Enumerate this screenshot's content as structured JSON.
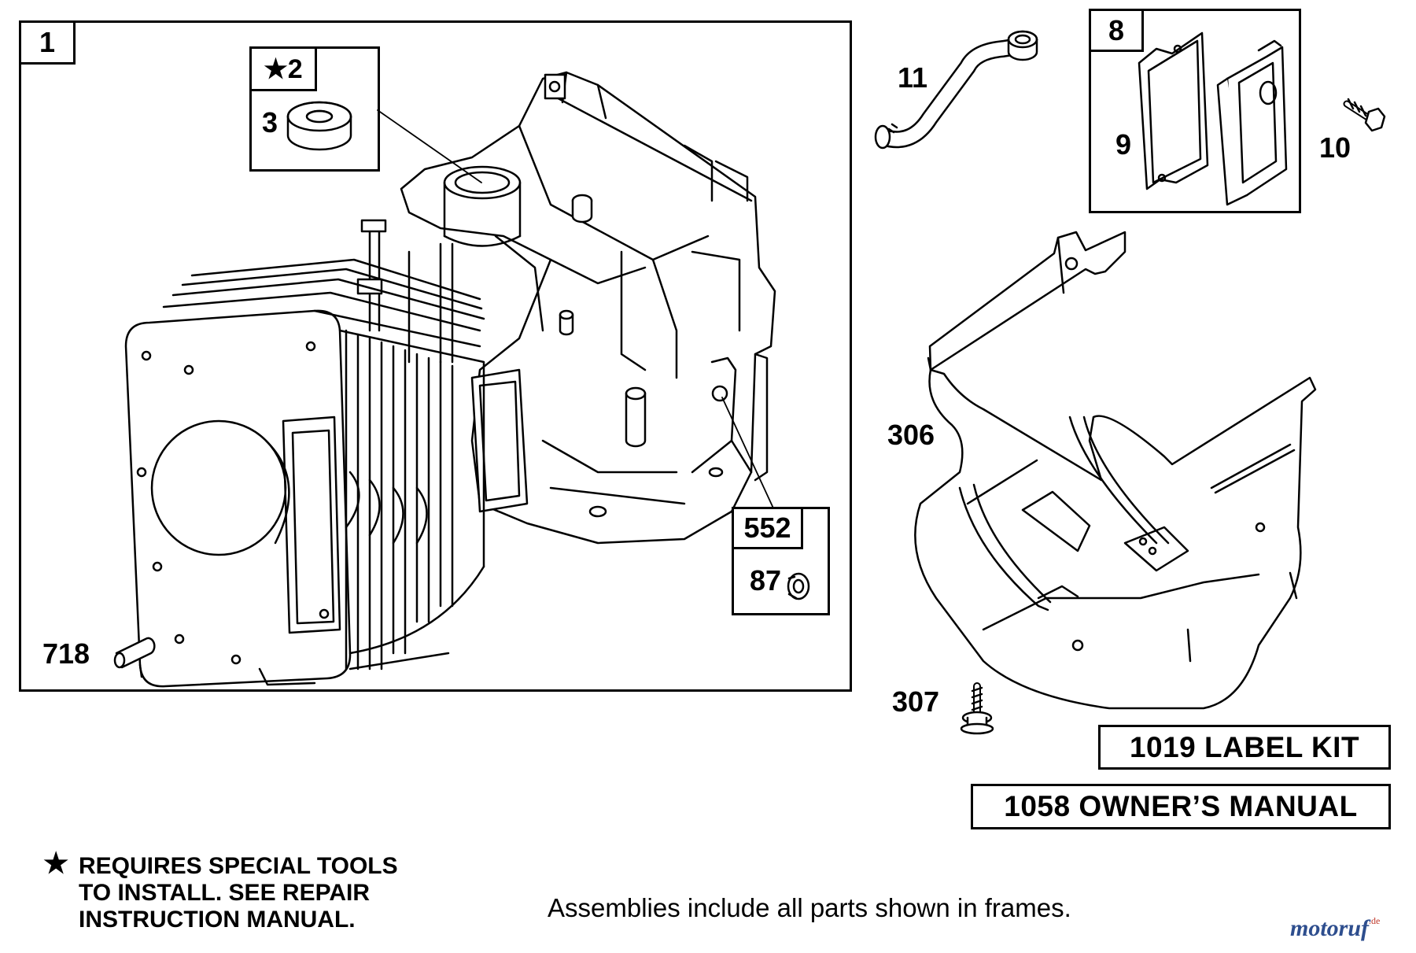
{
  "frames": {
    "main_frame_label": "1",
    "kit2_label": "★2",
    "kit8_label": "8",
    "kit552_label": "552"
  },
  "parts": {
    "p3": "3",
    "p718": "718",
    "p87": "87",
    "p11": "11",
    "p9": "9",
    "p10": "10",
    "p306": "306",
    "p307": "307"
  },
  "kits": {
    "label_kit": "1019 LABEL KIT",
    "owners_manual": "1058 OWNER’S MANUAL"
  },
  "notes": {
    "star": "★",
    "special_tools_1": "REQUIRES SPECIAL TOOLS",
    "special_tools_2": "TO INSTALL.  SEE REPAIR",
    "special_tools_3": "INSTRUCTION MANUAL.",
    "assemblies": "Assemblies include all parts shown in frames."
  },
  "watermark": {
    "brand": "motoruf",
    "suffix": ".de"
  },
  "colors": {
    "ink": "#000000",
    "paper": "#ffffff",
    "watermark_main": "#2e4e8e",
    "watermark_accent": "#c0392b"
  }
}
